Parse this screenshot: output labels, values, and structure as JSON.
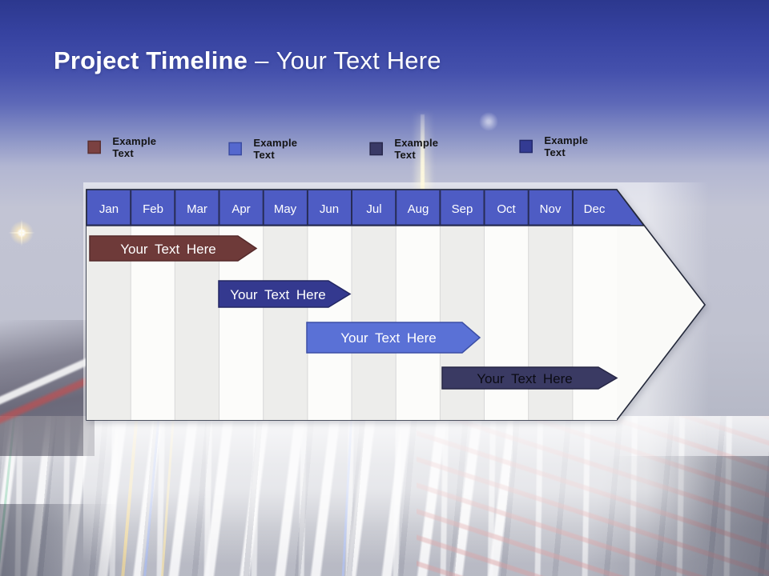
{
  "slide_title": {
    "main": "Project Timeline",
    "separator": "–",
    "sub": "Your Text Here"
  },
  "legend": {
    "items": [
      {
        "label": "Example Text",
        "fill": "#7B4141",
        "border": "#5A2F2F"
      },
      {
        "label": "Example Text",
        "fill": "#5568CE",
        "border": "#3A4AA0"
      },
      {
        "label": "Example Text",
        "fill": "#3A3A66",
        "border": "#27274A"
      },
      {
        "label": "Example Text",
        "fill": "#333B93",
        "border": "#23296B"
      }
    ]
  },
  "timeline": {
    "months": [
      "Jan",
      "Feb",
      "Mar",
      "Apr",
      "May",
      "Jun",
      "Jul",
      "Aug",
      "Sep",
      "Oct",
      "Nov",
      "Dec"
    ],
    "header_fill": "#4E5CC4",
    "header_text_color": "#FFFFFF",
    "bars": [
      {
        "label": "Your  Text Here",
        "fill": "#6E3A39",
        "border": "#552A2B",
        "text_color": "#FFFFFF"
      },
      {
        "label": "Your  Text Here",
        "fill": "#34398F",
        "border": "#232763",
        "text_color": "#FFFFFF"
      },
      {
        "label": "Your  Text Here",
        "fill": "#5A71D6",
        "border": "#3C4FA6",
        "text_color": "#FFFFFF"
      },
      {
        "label": "Your  Text Here",
        "fill": "#3A3A63",
        "border": "#262645",
        "text_color": "#0B0B14"
      }
    ]
  },
  "chart_data": {
    "type": "bar",
    "subtype": "gantt_timeline_arrow",
    "title": "Project Timeline – Your Text Here",
    "categories": [
      "Jan",
      "Feb",
      "Mar",
      "Apr",
      "May",
      "Jun",
      "Jul",
      "Aug",
      "Sep",
      "Oct",
      "Nov",
      "Dec"
    ],
    "xlim_months": [
      0,
      12
    ],
    "grid": "alternating shaded month columns, container shaped as right-pointing arrow",
    "legend_position": "top",
    "legend_entries": [
      "Example Text",
      "Example Text",
      "Example Text",
      "Example Text"
    ],
    "series": [
      {
        "name": "Your Text Here",
        "row": 1,
        "start_month": 0.1,
        "end_month": 3.8,
        "span_label": "Jan–Apr",
        "color": "#6E3A39"
      },
      {
        "name": "Your Text Here",
        "row": 2,
        "start_month": 3.0,
        "end_month": 6.0,
        "span_label": "Apr–Jun",
        "color": "#34398F"
      },
      {
        "name": "Your Text Here",
        "row": 3,
        "start_month": 5.0,
        "end_month": 8.9,
        "span_label": "Jun–Sep",
        "color": "#5A71D6"
      },
      {
        "name": "Your Text Here",
        "row": 4,
        "start_month": 8.0,
        "end_month": 12.0,
        "span_label": "Sep–Dec",
        "color": "#3A3A63"
      }
    ]
  }
}
